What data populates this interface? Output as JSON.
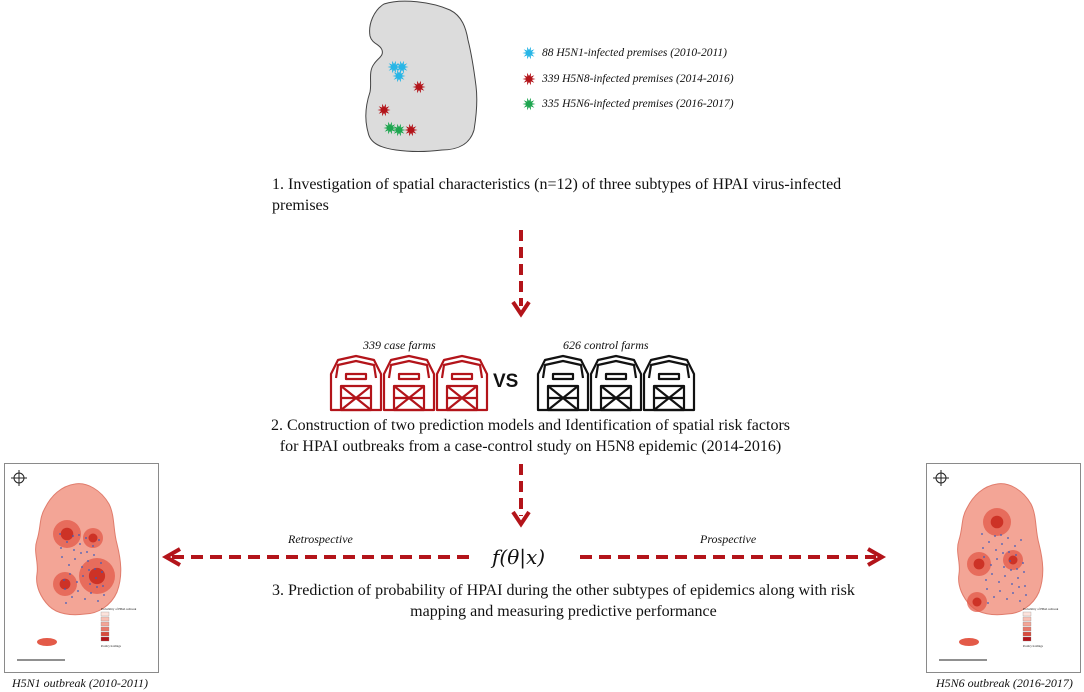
{
  "legend": {
    "items": [
      {
        "label": "88 H5N1-infected premises (2010-2011)",
        "color": "#29b6e6"
      },
      {
        "label": "339 H5N8-infected premises (2014-2016)",
        "color": "#b3141a"
      },
      {
        "label": "335 H5N6-infected premises (2016-2017)",
        "color": "#1ea650"
      }
    ]
  },
  "steps": {
    "step1_line1": "1. Investigation of spatial characteristics (n=12) of three subtypes of HPAI virus-infected",
    "step1_line2": "premises",
    "step2_line1": "2. Construction of two prediction models and Identification of spatial risk factors",
    "step2_line2": "for HPAI outbreaks from a case-control study on H5N8 epidemic (2014-2016)",
    "step3_line1": "3. Prediction of probability of HPAI during the other subtypes of epidemics along with risk",
    "step3_line2": "mapping and measuring predictive performance"
  },
  "farms": {
    "case_label": "339 case farms",
    "control_label": "626 control farms",
    "vs_label": "VS",
    "case_color": "#b3141a",
    "control_color": "#111111"
  },
  "model": {
    "formula": "f(θ|x)",
    "left_direction": "Retrospective",
    "right_direction": "Prospective",
    "arrow_color": "#b3141a"
  },
  "maps": {
    "left_caption": "H5N1 outbreak (2010-2011)",
    "right_caption": "H5N6 outbreak (2016-2017)",
    "legend_title": "Probability of HPAI outbreak",
    "legend_section": "Poultry holdings"
  }
}
